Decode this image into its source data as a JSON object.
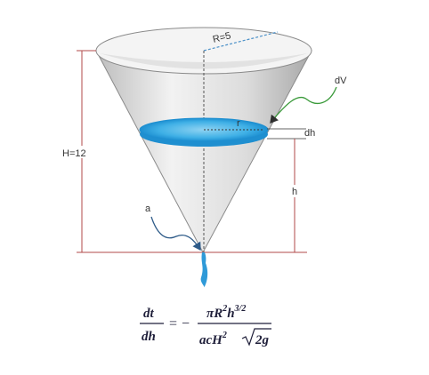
{
  "labels": {
    "radius": "R=5",
    "height": "H=12",
    "volume_element": "dV",
    "disk_radius": "r",
    "disk_thickness": "dh",
    "water_height": "h",
    "outlet": "a"
  },
  "formula": {
    "lhs_num": "dt",
    "lhs_den": "dh",
    "equals": "=",
    "minus": "−",
    "num_main": "πR",
    "num_exp1": "2",
    "num_mid": "h",
    "num_exp2": "3/2",
    "den_main": "acH",
    "den_exp": "2",
    "den_radicand": "2g"
  },
  "colors": {
    "cone_fill": "#d9d9d9",
    "disk": "#4bb3e6",
    "disk_dark": "#1f8fd0",
    "dimension_lines": "#b04a4a",
    "arrow": "#3a7a3a",
    "outlet_arrow": "#2d5a88"
  }
}
